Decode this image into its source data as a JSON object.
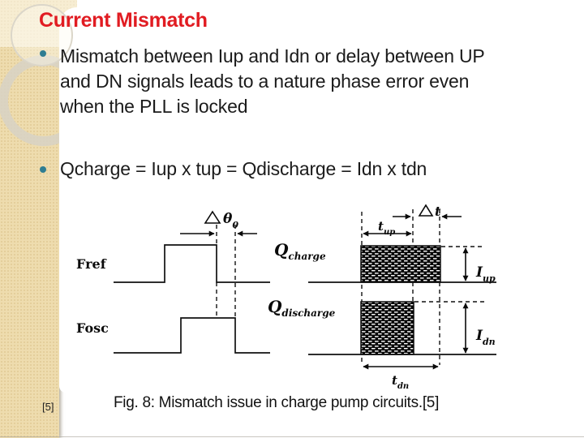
{
  "slide": {
    "title": "Current Mismatch",
    "bullet1": {
      "lines": [
        "Mismatch between Iup and Idn or delay between UP",
        "and DN signals leads to a nature phase error even",
        "when the PLL is locked"
      ]
    },
    "bullet2": "Qcharge = Iup x tup = Qdischarge = Idn x tdn",
    "caption": "Fig. 8: Mismatch issue in charge pump circuits.[5]",
    "reference_badge": "[5]",
    "colors": {
      "title_red": "#e11c22",
      "bullet_teal": "#2e7d92",
      "sidebar_beige": "#eedcae",
      "ink": "#1b1b1b"
    }
  },
  "figure": {
    "fref_label": "Fref",
    "fosc_label": "Fosc",
    "delta_theta": {
      "main": "θ",
      "sub": "0"
    },
    "delta_t": {
      "main": "t"
    },
    "t_up": {
      "main": "t",
      "sub": "up"
    },
    "t_dn": {
      "main": "t",
      "sub": "dn"
    },
    "q_charge": {
      "main": "Q",
      "sub": "charge"
    },
    "q_discharge": {
      "main": "Q",
      "sub": "discharge"
    },
    "i_up": {
      "main": "I",
      "sub": "up"
    },
    "i_dn": {
      "main": "I",
      "sub": "dn"
    }
  }
}
